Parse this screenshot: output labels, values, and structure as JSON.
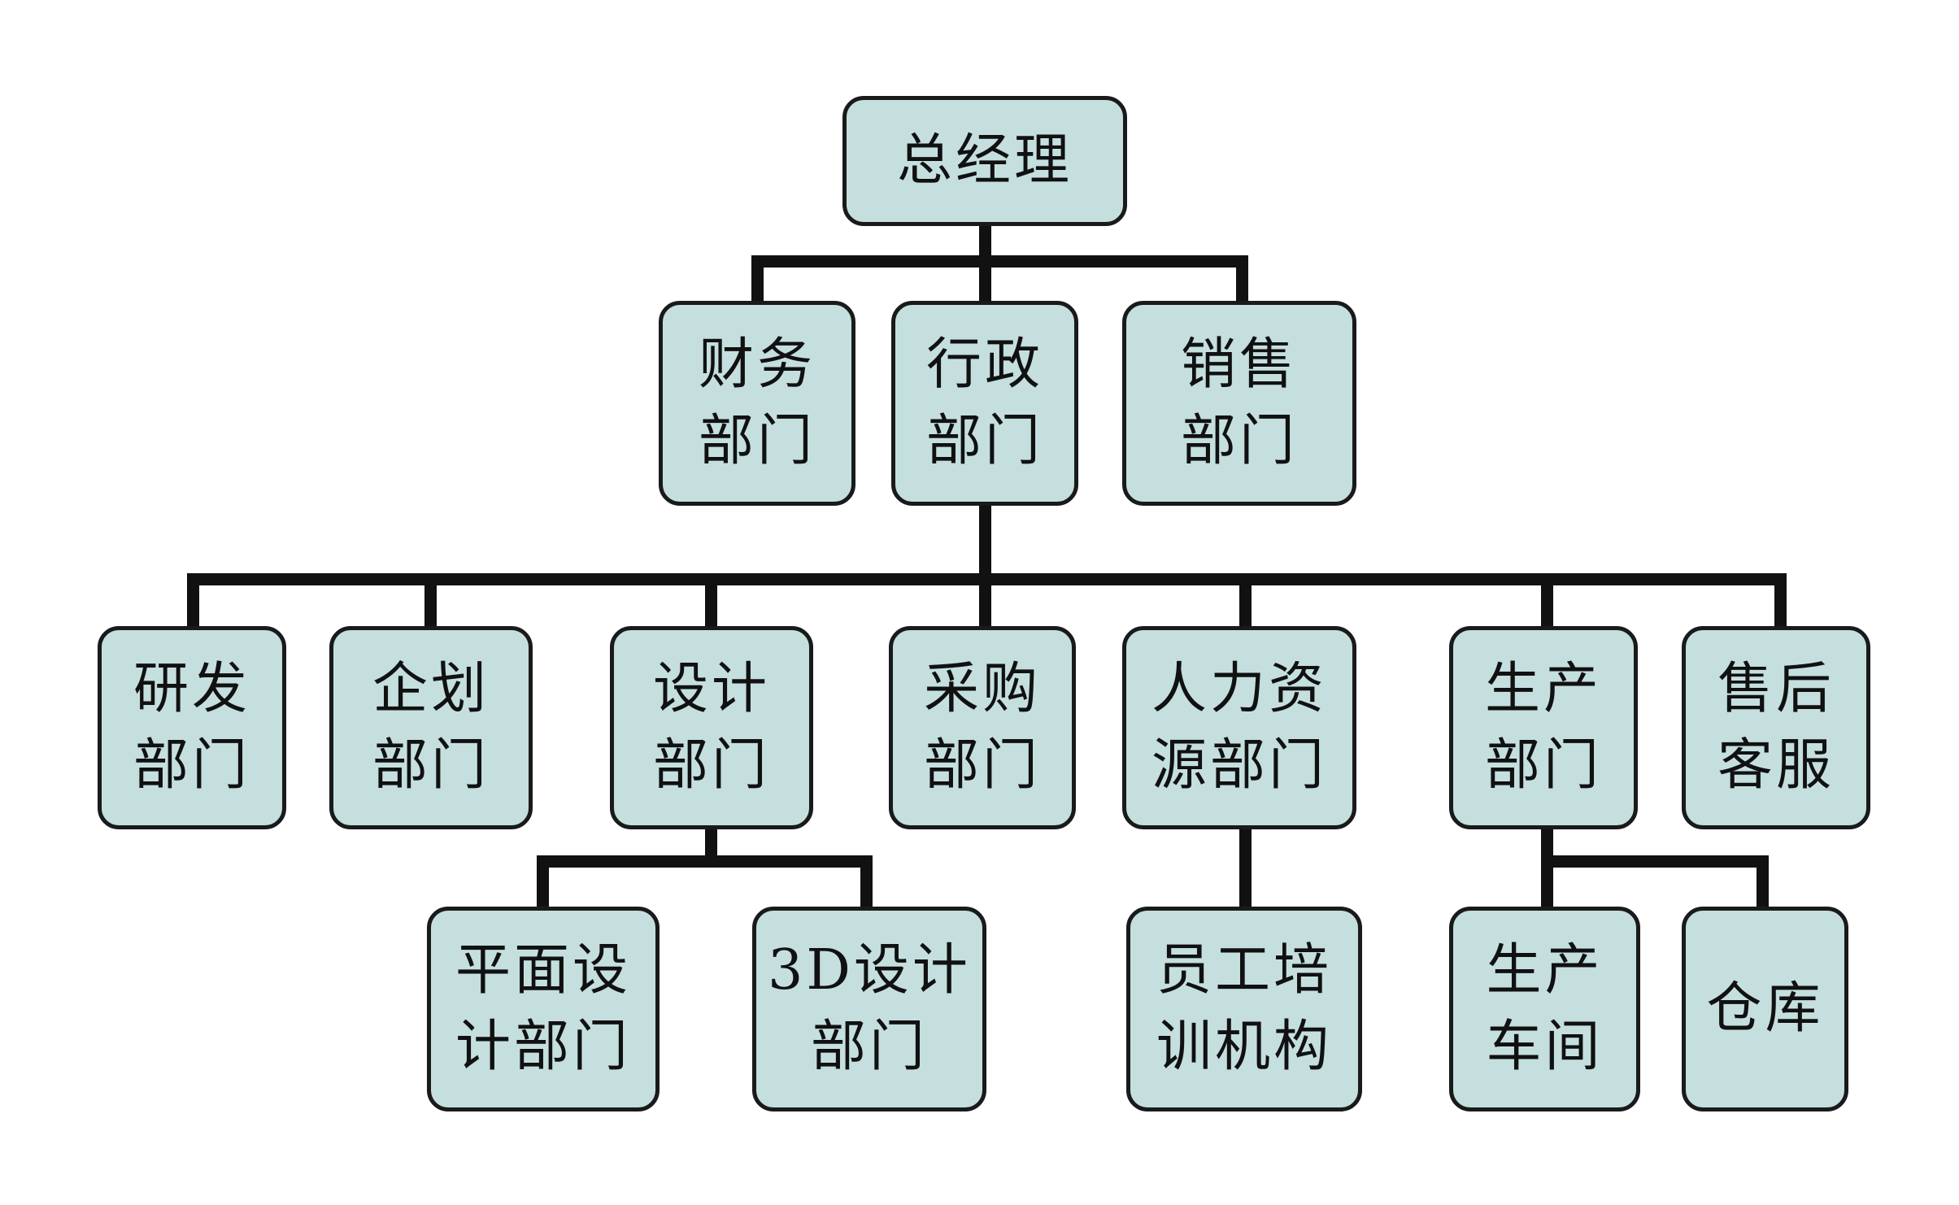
{
  "diagram": {
    "type": "org-chart",
    "colors": {
      "box_fill": "#c5dfdf",
      "box_border": "#1a1a1a",
      "connector": "#111111",
      "text": "#111111"
    },
    "nodes": {
      "gm": {
        "lines": [
          "总经理"
        ]
      },
      "finance": {
        "lines": [
          "财务",
          "部门"
        ]
      },
      "admin": {
        "lines": [
          "行政",
          "部门"
        ]
      },
      "sales": {
        "lines": [
          "销售",
          "部门"
        ]
      },
      "rnd": {
        "lines": [
          "研发",
          "部门"
        ]
      },
      "planning": {
        "lines": [
          "企划",
          "部门"
        ]
      },
      "design": {
        "lines": [
          "设计",
          "部门"
        ]
      },
      "purchasing": {
        "lines": [
          "采购",
          "部门"
        ]
      },
      "hr": {
        "lines": [
          "人力资",
          "源部门"
        ]
      },
      "production": {
        "lines": [
          "生产",
          "部门"
        ]
      },
      "after_sales": {
        "lines": [
          "售后",
          "客服"
        ]
      },
      "graphic_design": {
        "lines": [
          "平面设",
          "计部门"
        ]
      },
      "design_3d": {
        "lines": [
          "3D设计",
          "部门"
        ]
      },
      "training": {
        "lines": [
          "员工培",
          "训机构"
        ]
      },
      "workshop": {
        "lines": [
          "生产",
          "车间"
        ]
      },
      "warehouse": {
        "lines": [
          "仓库"
        ]
      }
    },
    "edges": [
      [
        "gm",
        "finance"
      ],
      [
        "gm",
        "admin"
      ],
      [
        "gm",
        "sales"
      ],
      [
        "admin",
        "rnd"
      ],
      [
        "admin",
        "planning"
      ],
      [
        "admin",
        "design"
      ],
      [
        "admin",
        "purchasing"
      ],
      [
        "admin",
        "hr"
      ],
      [
        "admin",
        "production"
      ],
      [
        "admin",
        "after_sales"
      ],
      [
        "design",
        "graphic_design"
      ],
      [
        "design",
        "design_3d"
      ],
      [
        "hr",
        "training"
      ],
      [
        "production",
        "workshop"
      ],
      [
        "production",
        "warehouse"
      ]
    ]
  }
}
